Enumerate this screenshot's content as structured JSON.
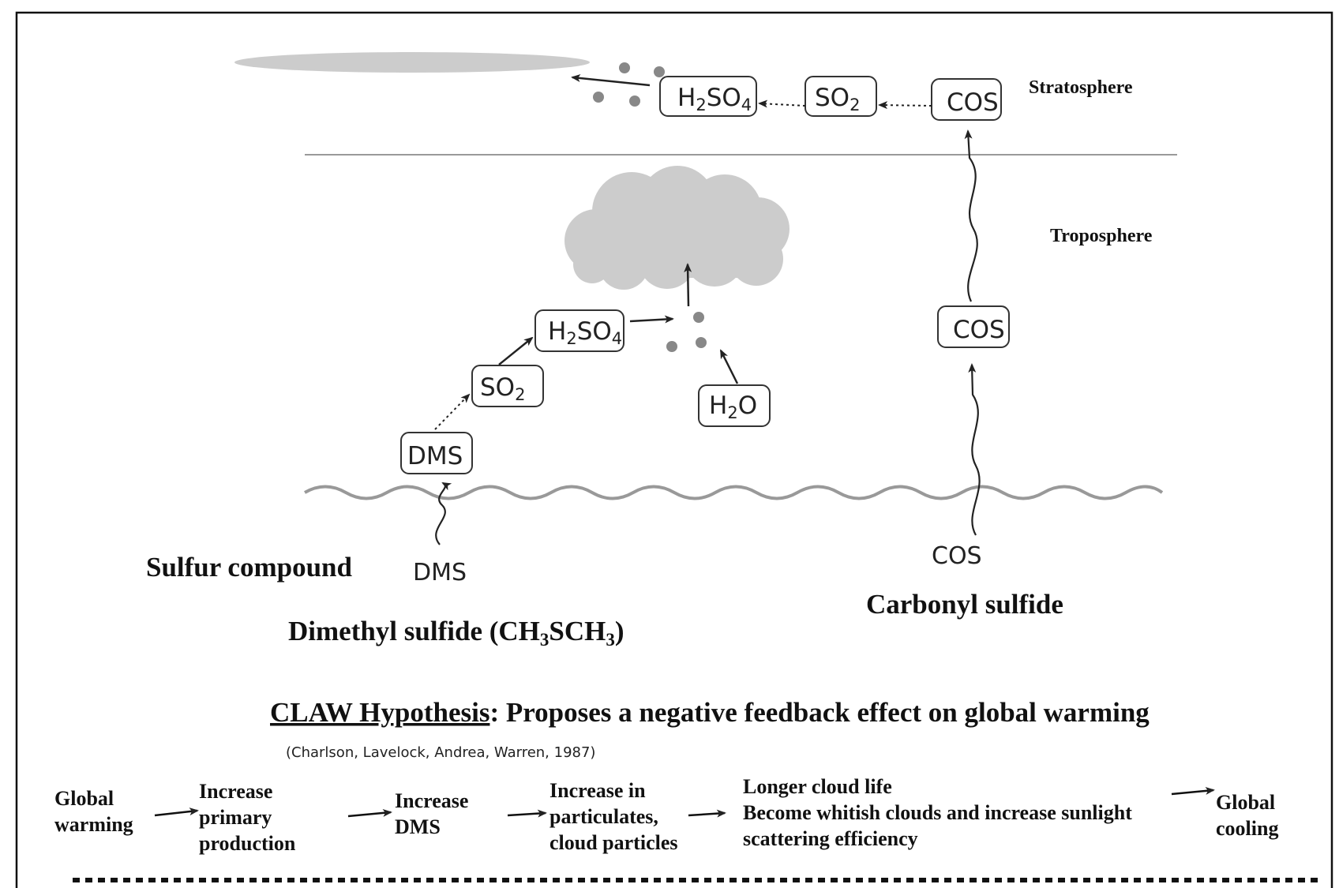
{
  "layers": {
    "stratosphere": "Stratosphere",
    "troposphere": "Troposphere"
  },
  "sources": {
    "sulfur_compound": "Sulfur compound",
    "dms_source": "DMS",
    "dms_name_prefix": "Dimethyl sulfide (CH",
    "dms_sub1": "3",
    "dms_mid": "SCH",
    "dms_sub2": "3",
    "dms_suffix": ")",
    "cos_source": "COS",
    "cos_name": "Carbonyl sulfide"
  },
  "boxes": {
    "strat_h2so4": {
      "main": "H",
      "sub": "2",
      "rest": "SO",
      "sub2": "4"
    },
    "strat_so2": {
      "main": "SO",
      "sub": "2"
    },
    "strat_cos": "COS",
    "trop_h2so4": {
      "main": "H",
      "sub": "2",
      "rest": "SO",
      "sub2": "4"
    },
    "trop_so2": {
      "main": "SO",
      "sub": "2"
    },
    "trop_dms": "DMS",
    "trop_h2o": {
      "main": "H",
      "sub": "2",
      "rest": "O"
    },
    "trop_cos": "COS"
  },
  "claw": {
    "title_underlined": "CLAW Hypothesis",
    "title_rest": ": Proposes a negative feedback effect on global warming",
    "citation": "(Charlson, Lavelock, Andrea, Warren, 1987)",
    "steps": [
      [
        "Global",
        "warming"
      ],
      [
        "Increase",
        "primary",
        "production"
      ],
      [
        "Increase",
        "DMS"
      ],
      [
        "Increase in",
        "particulates,",
        "cloud particles"
      ],
      [
        "Longer cloud life",
        "Become whitish clouds and increase sunlight",
        "scattering efficiency"
      ],
      [
        "Global",
        "cooling"
      ]
    ]
  },
  "colors": {
    "cloud": "#cccccc",
    "particle": "#888888",
    "line": "#333333",
    "layer_line": "#999999"
  }
}
